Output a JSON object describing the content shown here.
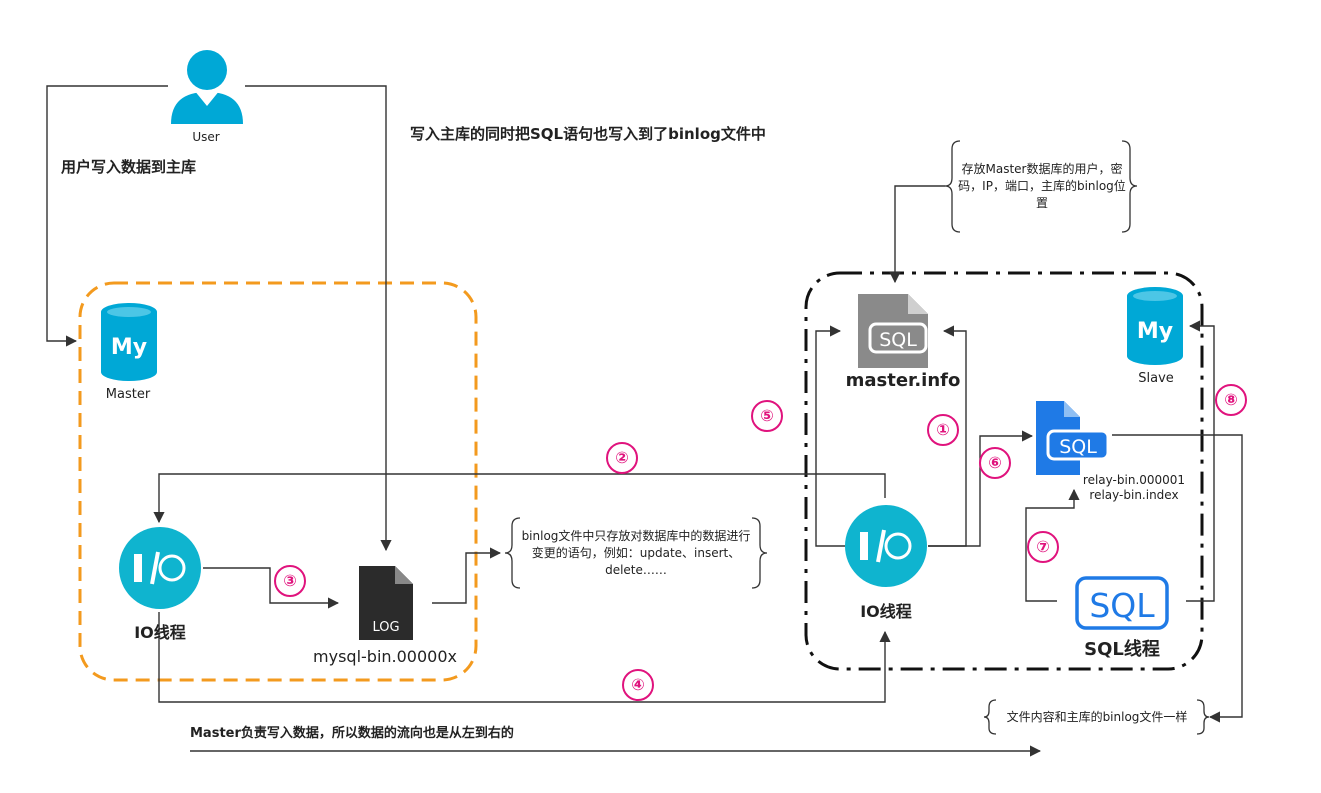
{
  "user": {
    "label": "User"
  },
  "texts": {
    "user_write": "用户写入数据到主库",
    "write_binlog": "写入主库的同时把SQL语句也写入到了binlog文件中",
    "master_flow": "Master负责写入数据，所以数据的流向也是从左到右的"
  },
  "master": {
    "db_label": "Master",
    "db_icon_text": "My",
    "io_label": "IO线程",
    "log_icon_text": "LOG",
    "log_file": "mysql-bin.00000x"
  },
  "notes": {
    "binlog": "binlog文件中只存放对数据库中的数据进行变更的语句，例如：update、insert、delete……",
    "master_info": "存放Master数据库的用户，密码，IP，端口，主库的binlog位置",
    "relay": "文件内容和主库的binlog文件一样"
  },
  "slave": {
    "master_info_icon_text": "SQL",
    "master_info_label": "master.info",
    "relay_icon_text": "SQL",
    "relay_file1": "relay-bin.000001",
    "relay_file2": "relay-bin.index",
    "db_label": "Slave",
    "db_icon_text": "My",
    "io_label": "IO线程",
    "sql_icon_text": "SQL",
    "sql_label": "SQL线程"
  },
  "steps": [
    "①",
    "②",
    "③",
    "④",
    "⑤",
    "⑥",
    "⑦",
    "⑧"
  ],
  "colors": {
    "accent_cyan": "#00a8d6",
    "io_circle": "#0fb4cf",
    "magenta": "#e0137d",
    "orange": "#f39a1e",
    "blue": "#1f7ae6",
    "gray_file": "#8a8a8a",
    "dark_file": "#2b2b2b"
  }
}
